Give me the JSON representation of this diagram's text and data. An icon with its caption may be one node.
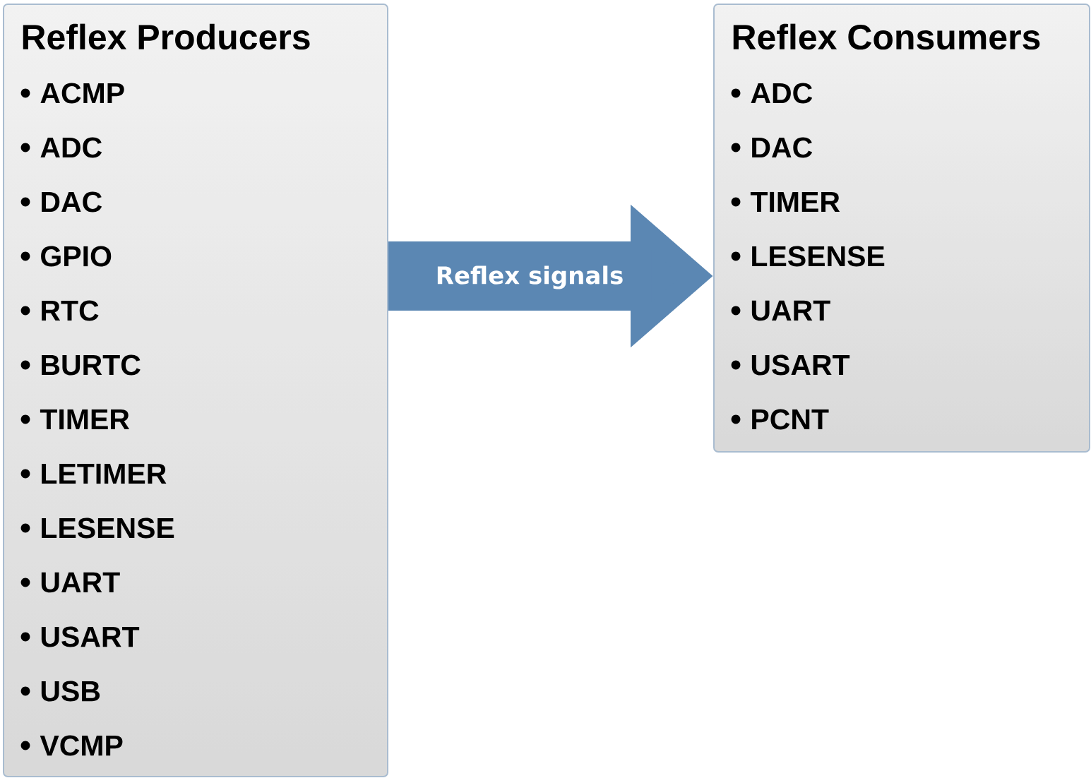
{
  "diagram": {
    "nodes": [
      {
        "text": [
          "Reflex Producers",
          "ACMP",
          "ADC",
          "DAC",
          "GPIO",
          "RTC",
          "BURTC",
          "TIMER",
          "LETIMER",
          "LESENSE",
          "UART",
          "USART",
          "USB",
          "VCMP"
        ]
      },
      {
        "text": [
          "Reflex Consumers",
          "ADC",
          "DAC",
          "TIMER",
          "LESENSE",
          "UART",
          "USART",
          "PCNT"
        ]
      }
    ],
    "edges": [
      {
        "from": 0,
        "to": 1,
        "arrow": "to",
        "label": "Reflex signals"
      }
    ]
  }
}
